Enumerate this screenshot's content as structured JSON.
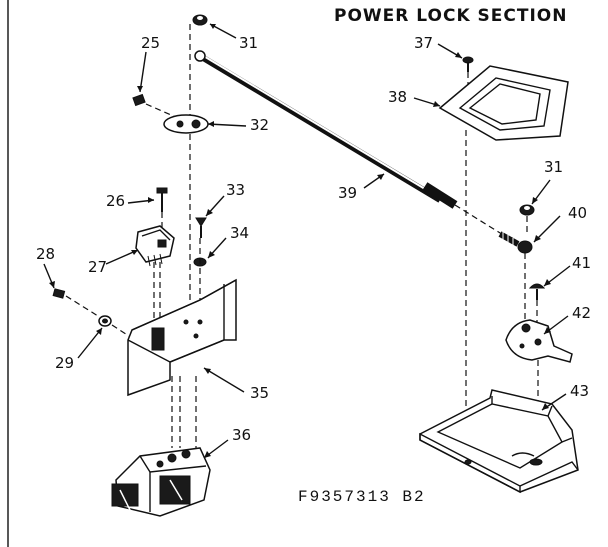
{
  "title": "POWER LOCK SECTION",
  "diagram_code": "F9357313 B2",
  "part_labels": {
    "p25": "25",
    "p26": "26",
    "p27": "27",
    "p28": "28",
    "p29": "29",
    "p31a": "31",
    "p31b": "31",
    "p32": "32",
    "p33": "33",
    "p34": "34",
    "p35": "35",
    "p36": "36",
    "p37": "37",
    "p38": "38",
    "p39": "39",
    "p40": "40",
    "p41": "41",
    "p42": "42",
    "p43": "43"
  }
}
